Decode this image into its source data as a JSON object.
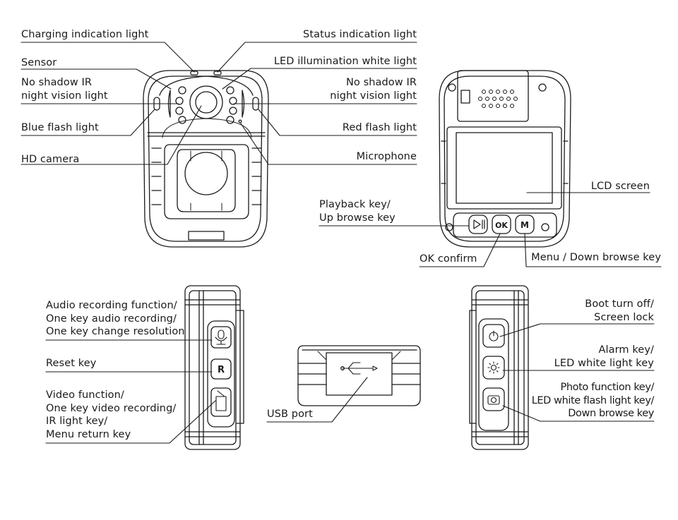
{
  "front_labels": {
    "charging_light": "Charging indication light",
    "status_light": "Status indication light",
    "sensor": "Sensor",
    "led_white": "LED illumination white light",
    "ir_left": "No shadow IR\nnight vision light",
    "ir_right": "No shadow IR\nnight vision light",
    "blue_flash": "Blue flash light",
    "red_flash": "Red flash light",
    "hd_camera": "HD camera",
    "microphone": "Microphone"
  },
  "back_labels": {
    "lcd_screen": "LCD screen",
    "playback_key": "Playback key/\nUp browse key",
    "ok_confirm": "OK confirm",
    "menu_key": "Menu / Down browse key"
  },
  "left_side_labels": {
    "audio": "Audio recording function/\nOne key audio recording/\nOne key change resolution",
    "reset": "Reset key",
    "video": "Video function/\nOne key video recording/\nIR light key/\nMenu return key"
  },
  "bottom_labels": {
    "usb": "USB port"
  },
  "right_side_labels": {
    "boot": "Boot turn off/\nScreen lock",
    "alarm": "Alarm key/\nLED white light key",
    "photo": "Photo function key/\nLED white flash light key/\nDown browse key"
  },
  "button_glyphs": {
    "ok": "OK",
    "menu": "M",
    "reset": "R"
  }
}
